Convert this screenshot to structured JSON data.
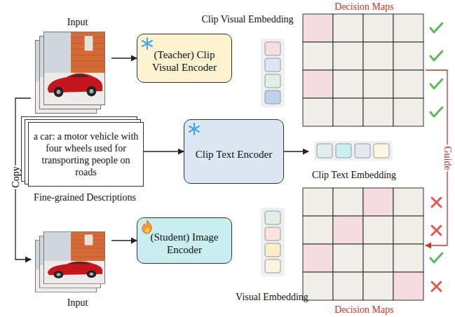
{
  "diagram": {
    "nodes": [
      {
        "text": [
          "Input"
        ]
      },
      {
        "text": [
          "(Teacher) Clip Visual Encoder"
        ]
      },
      {
        "text": [
          "Decision Maps"
        ]
      },
      {
        "text": [
          "a car: a motor vehicle with four wheels used for transporting people on roads",
          "Fine-grained Descriptions"
        ]
      },
      {
        "text": [
          "Clip Text Encoder"
        ]
      },
      {
        "text": [
          "Clip Text Embedding"
        ]
      },
      {
        "text": [
          "Input"
        ]
      },
      {
        "text": [
          "(Student) Image Encoder"
        ]
      },
      {
        "text": [
          "Decision Maps"
        ]
      }
    ],
    "edges": [
      {
        "from": 0,
        "to": 1,
        "arrow": "to"
      },
      {
        "from": 3,
        "to": 4,
        "arrow": "to"
      },
      {
        "from": 4,
        "to": 5,
        "arrow": "to"
      },
      {
        "from": 0,
        "to": 6,
        "label": "Copy",
        "arrow": "to"
      },
      {
        "from": 6,
        "to": 7,
        "arrow": "to"
      },
      {
        "from": 2,
        "to": 8,
        "label": "Guide",
        "arrow": "to"
      }
    ],
    "labels": [
      "Clip Visual Embedding",
      "Visual Embedding"
    ]
  }
}
